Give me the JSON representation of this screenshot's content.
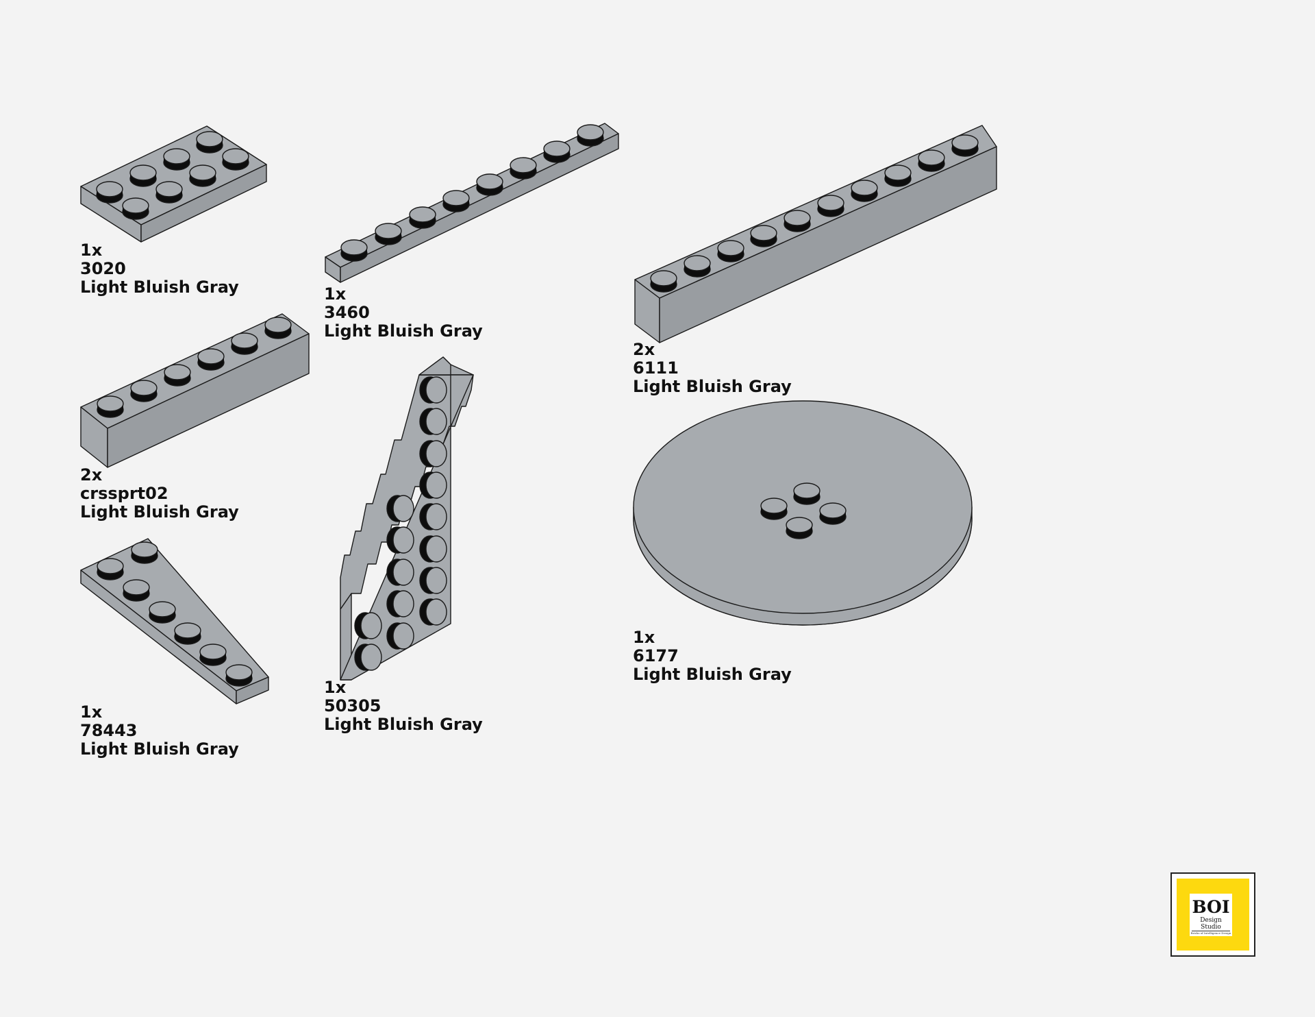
{
  "colors": {
    "background": "#f3f3f3",
    "part_top": "#a7abaf",
    "part_front": "#a4a8ac",
    "part_side": "#999da1",
    "stud_shadow": "#0d0d0d",
    "outline": "#1a1a1a",
    "logo_yellow": "#fdd90f"
  },
  "parts": [
    {
      "qty": "1x",
      "part_number": "3020",
      "color_name": "Light Bluish Gray"
    },
    {
      "qty": "1x",
      "part_number": "3460",
      "color_name": "Light Bluish Gray"
    },
    {
      "qty": "2x",
      "part_number": "6111",
      "color_name": "Light Bluish Gray"
    },
    {
      "qty": "2x",
      "part_number": "crssprt02",
      "color_name": "Light Bluish Gray"
    },
    {
      "qty": "1x",
      "part_number": "50305",
      "color_name": "Light Bluish Gray"
    },
    {
      "qty": "1x",
      "part_number": "6177",
      "color_name": "Light Bluish Gray"
    },
    {
      "qty": "1x",
      "part_number": "78443",
      "color_name": "Light Bluish Gray"
    }
  ],
  "logo": {
    "brand": "BOI",
    "studio": "Design Studio",
    "tagline": "Bricks of Intelligence Design"
  }
}
